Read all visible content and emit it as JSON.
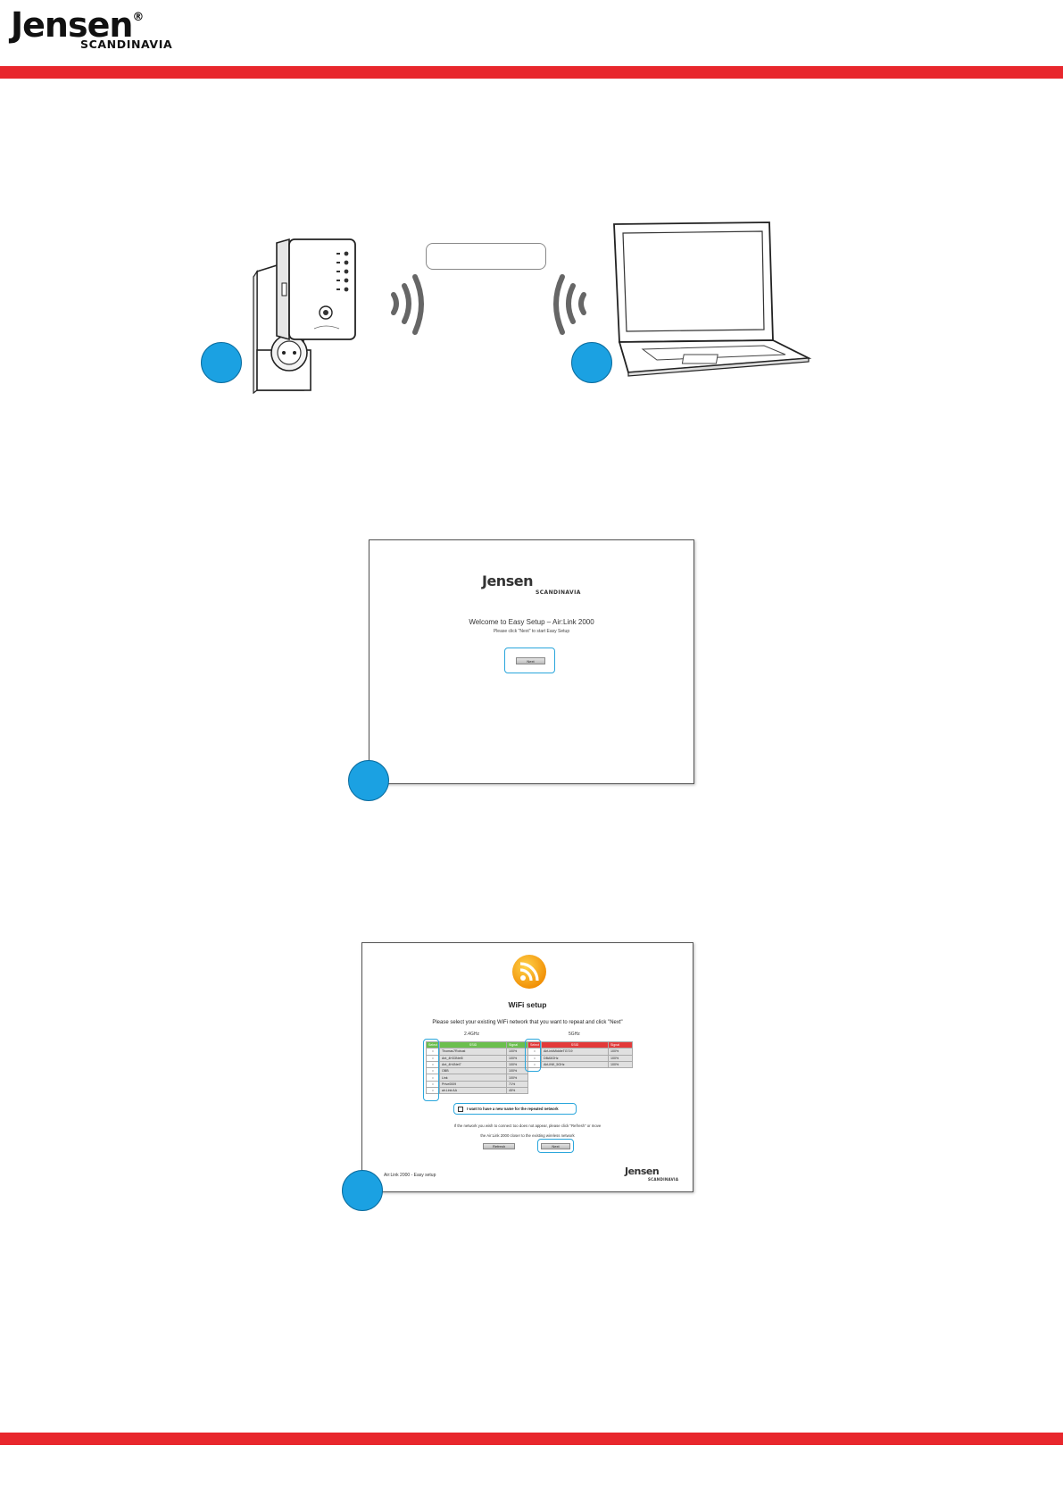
{
  "header": {
    "brand": "Jensen",
    "brand_mark": "®",
    "brand_sub": "SCANDINAVIA",
    "accent_color": "#e8272d",
    "step_marker_color": "#1ba1e2"
  },
  "diagram": {
    "devices": [
      "extender-device",
      "laptop"
    ],
    "icons": [
      "wifi-waves-icon"
    ]
  },
  "welcome_screen": {
    "brand": "Jensen",
    "brand_sub": "SCANDINAVIA",
    "title": "Welcome to Easy Setup – Air:Link 2000",
    "subtitle": "Please click \"Next\" to start Easy Setup",
    "next_label": "Next"
  },
  "wifi_screen": {
    "icon": "rss-wifi-icon",
    "title": "WiFi setup",
    "instruction": "Please select your existing WiFi network that you want to repeat and click \"Next\"",
    "band_24": {
      "label": "2.4GHz",
      "headers": [
        "Select",
        "SSID",
        "Signal"
      ],
      "rows": [
        {
          "ssid": "Thomas7Robust",
          "signal": "100%"
        },
        {
          "ssid": "Ant_4H33Net5",
          "signal": "100%"
        },
        {
          "ssid": "Ant_4H4Net7",
          "signal": "100%"
        },
        {
          "ssid": "OBB",
          "signal": "100%"
        },
        {
          "ssid": "Link",
          "signal": "100%"
        },
        {
          "ssid": "Prive0009",
          "signal": "71%"
        },
        {
          "ssid": "air.Link AA",
          "signal": "45%"
        }
      ]
    },
    "band_5": {
      "label": "5GHz",
      "headers": [
        "Select",
        "SSID",
        "Signal"
      ],
      "rows": [
        {
          "ssid": "AirLinkMiddleTG719",
          "signal": "100%"
        },
        {
          "ssid": "DBA5GHz",
          "signal": "100%"
        },
        {
          "ssid": "AirLINK_5GHz",
          "signal": "100%"
        }
      ]
    },
    "checkbox_label": "I want to have a new name for the repeated network",
    "help_line1": "If the network you wish to connect too does not appear, please click \"Refresh\" or move",
    "help_line2": "the Air:Link 2000 closer to the existing wireless network",
    "refresh_label": "Refresh",
    "next_label": "Next",
    "footer_text": "Air:Link 2000 - Easy setup",
    "footer_brand": "Jensen",
    "footer_brand_sub": "SCANDINAVIA"
  }
}
